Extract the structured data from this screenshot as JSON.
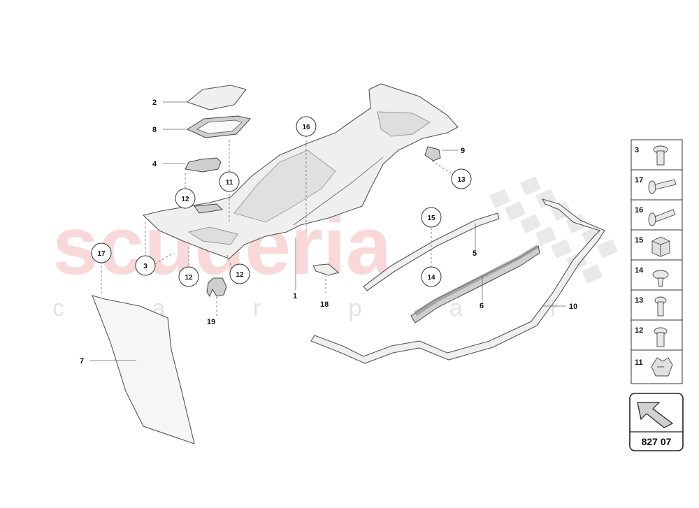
{
  "watermark": {
    "main": "scuderia",
    "sub": "c a r p a r t s"
  },
  "part_labels": [
    {
      "id": "p2",
      "text": "2"
    },
    {
      "id": "p8",
      "text": "8"
    },
    {
      "id": "p4",
      "text": "4"
    },
    {
      "id": "p9",
      "text": "9"
    },
    {
      "id": "p5",
      "text": "5"
    },
    {
      "id": "p6",
      "text": "6"
    },
    {
      "id": "p10",
      "text": "10"
    },
    {
      "id": "p1",
      "text": "1"
    },
    {
      "id": "p18",
      "text": "18"
    },
    {
      "id": "p19",
      "text": "19"
    },
    {
      "id": "p7",
      "text": "7"
    }
  ],
  "callouts": [
    {
      "id": "c16",
      "text": "16"
    },
    {
      "id": "c11",
      "text": "11"
    },
    {
      "id": "c12a",
      "text": "12"
    },
    {
      "id": "c13",
      "text": "13"
    },
    {
      "id": "c15",
      "text": "15"
    },
    {
      "id": "c14",
      "text": "14"
    },
    {
      "id": "c17",
      "text": "17"
    },
    {
      "id": "c3",
      "text": "3"
    },
    {
      "id": "c12b",
      "text": "12"
    },
    {
      "id": "c12c",
      "text": "12"
    }
  ],
  "legend": [
    {
      "num": "3",
      "icon": "bolt-short-icon"
    },
    {
      "num": "17",
      "icon": "bolt-long-icon"
    },
    {
      "num": "16",
      "icon": "bolt-long-icon"
    },
    {
      "num": "15",
      "icon": "clip-square-icon"
    },
    {
      "num": "14",
      "icon": "rivet-icon"
    },
    {
      "num": "13",
      "icon": "bolt-flange-icon"
    },
    {
      "num": "12",
      "icon": "bolt-short-icon"
    },
    {
      "num": "11",
      "icon": "clip-spring-icon"
    }
  ],
  "reference": {
    "code": "827 07",
    "icon": "orientation-arrow-icon"
  }
}
